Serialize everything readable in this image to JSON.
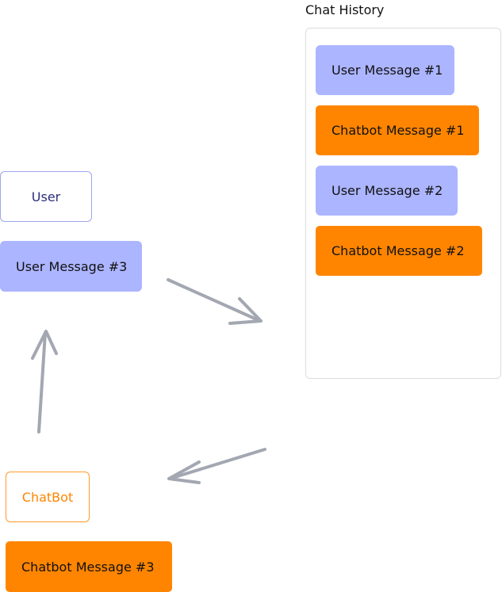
{
  "history": {
    "title": "Chat History",
    "messages": [
      {
        "role": "user",
        "text": "User Message #1"
      },
      {
        "role": "chatbot",
        "text": "Chatbot Message #1"
      },
      {
        "role": "user",
        "text": "User Message #2"
      },
      {
        "role": "chatbot",
        "text": "Chatbot Message #2"
      }
    ]
  },
  "user": {
    "label": "User",
    "message": "User Message #3"
  },
  "chatbot": {
    "label": "ChatBot",
    "message": "Chatbot Message #3"
  },
  "colors": {
    "user_message": "#acb5ff",
    "chatbot_message": "#ff8500",
    "arrow": "#a3a7b1"
  }
}
